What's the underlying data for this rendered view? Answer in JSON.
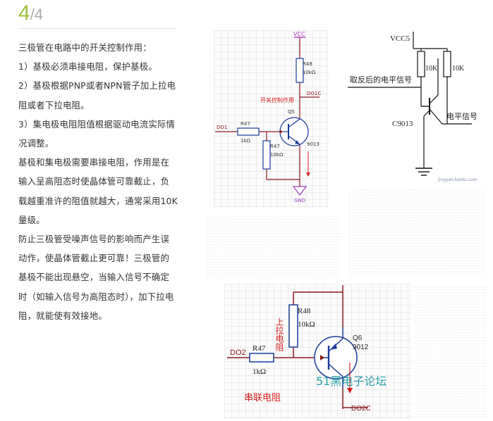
{
  "page": {
    "current_step": "4",
    "total_steps": "/4"
  },
  "article": {
    "paragraphs": [
      "三极管在电路中的开关控制作用：",
      "1）基极必须串接电阻，保护基极。",
      "2）基极根据PNP或者NPN管子加上拉电阻或者下拉电阻。",
      "3）集电极电阻阻值根据驱动电流实际情况调整。",
      "基极和集电极需要串接电阻，作用是在输入呈高阻态时使晶体管可靠截止，负载越重准许的阻值就越大，通常采用10K量级。",
      "防止三极管受噪声信号的影响而产生误动作，使晶体管截止更可靠！三极管的基极不能出现悬空，当输入信号不确定时（如输入信号为高阻态时），加下拉电阻，就能使有效接地。"
    ]
  },
  "diagram1": {
    "vcc": "VCC",
    "r48": "R48",
    "r48_value": "10kΩ",
    "do1c": "DO1C",
    "annotation": "开关控制作用",
    "q5": "Q5",
    "q5_part": "9013",
    "do1": "DO1",
    "r47_series": "R47",
    "r47_series_value": "1kΩ",
    "r47_pull": "R47",
    "r47_pull_value": "10kΩ",
    "gnd": "GND"
  },
  "diagram2": {
    "vcc5": "VCC5",
    "r1_value": "10K",
    "r2_value": "10K",
    "input_label": "取反后的电平信号",
    "transistor": "C9013",
    "output_label": "电平信号",
    "watermark": "jingyan.baidu.com"
  },
  "diagram3": {
    "r48": "R48",
    "r48_value": "10kΩ",
    "pullup_label": "上拉电阻",
    "q6": "Q6",
    "q6_part": "9012",
    "do2": "DO2",
    "r47": "R47",
    "r47_value": "1kΩ",
    "series_label": "串联电阻",
    "do2c": "DO2C",
    "forum_watermark": "51黑电子论坛"
  },
  "colors": {
    "accent_green": "#9fc03a",
    "wire": "#8a1a22",
    "net_label": "#8a1a22",
    "annotation_red": "#d42020",
    "component_blue": "#1a3a9a",
    "vcc_purple": "#b040c0",
    "gnd_purple": "#9a40c0",
    "forum_teal": "#2aa0a8"
  }
}
